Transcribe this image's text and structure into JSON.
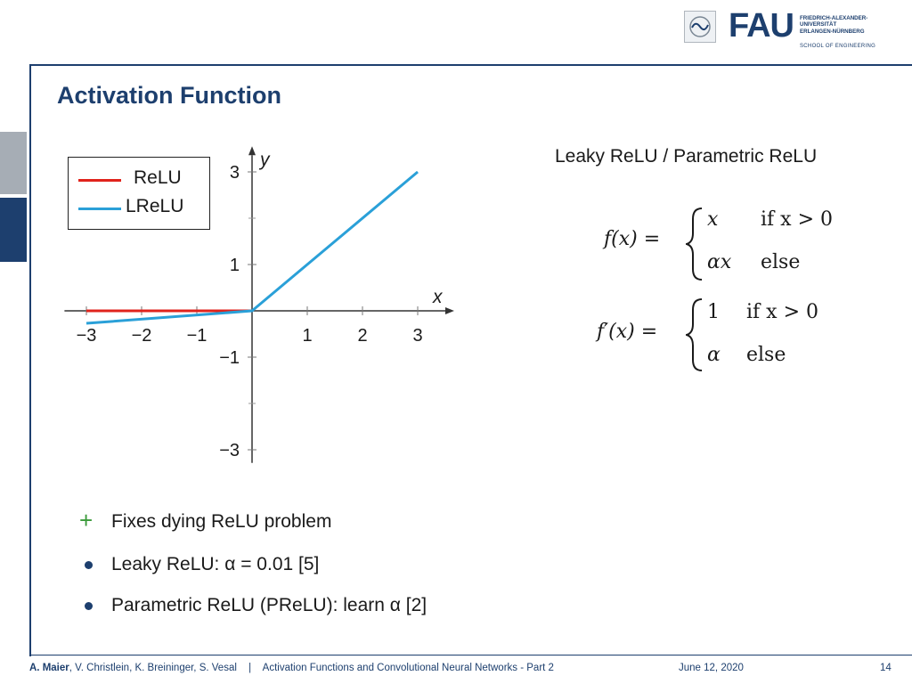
{
  "header": {
    "fau_logo": "FAU",
    "university": [
      "FRIEDRICH-ALEXANDER-",
      "UNIVERSITÄT",
      "ERLANGEN-NÜRNBERG"
    ],
    "school": "SCHOOL OF ENGINEERING"
  },
  "slide": {
    "title": "Activation Function",
    "subtitle": "Leaky ReLU / Parametric ReLU"
  },
  "equations": {
    "f_lhs": "f(x) =",
    "f_case1_val": "x",
    "f_case1_cond": "if x > 0",
    "f_case2_val": "αx",
    "f_case2_cond": "else",
    "fp_lhs": "f′(x) =",
    "fp_case1_val": "1",
    "fp_case1_cond": "if x > 0",
    "fp_case2_val": "α",
    "fp_case2_cond": "else"
  },
  "bullets": {
    "item1_marker": "+",
    "item1": "Fixes dying ReLU problem",
    "item2": "Leaky ReLU: α = 0.01 [5]",
    "item3": "Parametric ReLU (PReLU): learn α [2]"
  },
  "footer": {
    "authors_bold": "A. Maier",
    "authors_rest": ", V. Christlein, K. Breininger, S. Vesal",
    "separator": "|",
    "lecture": "Activation Functions and Convolutional Neural Networks - Part 2",
    "date": "June 12, 2020",
    "page": "14"
  },
  "colors": {
    "brand_blue": "#1d3f6e",
    "relu": "#e0231c",
    "lrelu": "#2aa0d8",
    "plus_green": "#3a9a3a"
  },
  "chart_data": {
    "type": "line",
    "xlabel": "x",
    "ylabel": "y",
    "xlim": [
      -3.3,
      3.5
    ],
    "ylim": [
      -3.4,
      3.4
    ],
    "x_ticks": [
      -3,
      -2,
      -1,
      1,
      2,
      3
    ],
    "x_tick_labels": [
      "−3",
      "−2",
      "−1",
      "1",
      "2",
      "3"
    ],
    "y_ticks": [
      3,
      1,
      -1,
      -3
    ],
    "y_tick_labels": [
      "3",
      "1",
      "−1",
      "−3"
    ],
    "y_minor_ticks": [
      2,
      -2
    ],
    "legend": "top-left",
    "series": [
      {
        "name": "ReLU",
        "x": [
          -3,
          0
        ],
        "y": [
          0,
          0
        ]
      },
      {
        "name": "LReLU",
        "x": [
          -3,
          0,
          3
        ],
        "y": [
          -0.27,
          0,
          3
        ]
      }
    ]
  }
}
